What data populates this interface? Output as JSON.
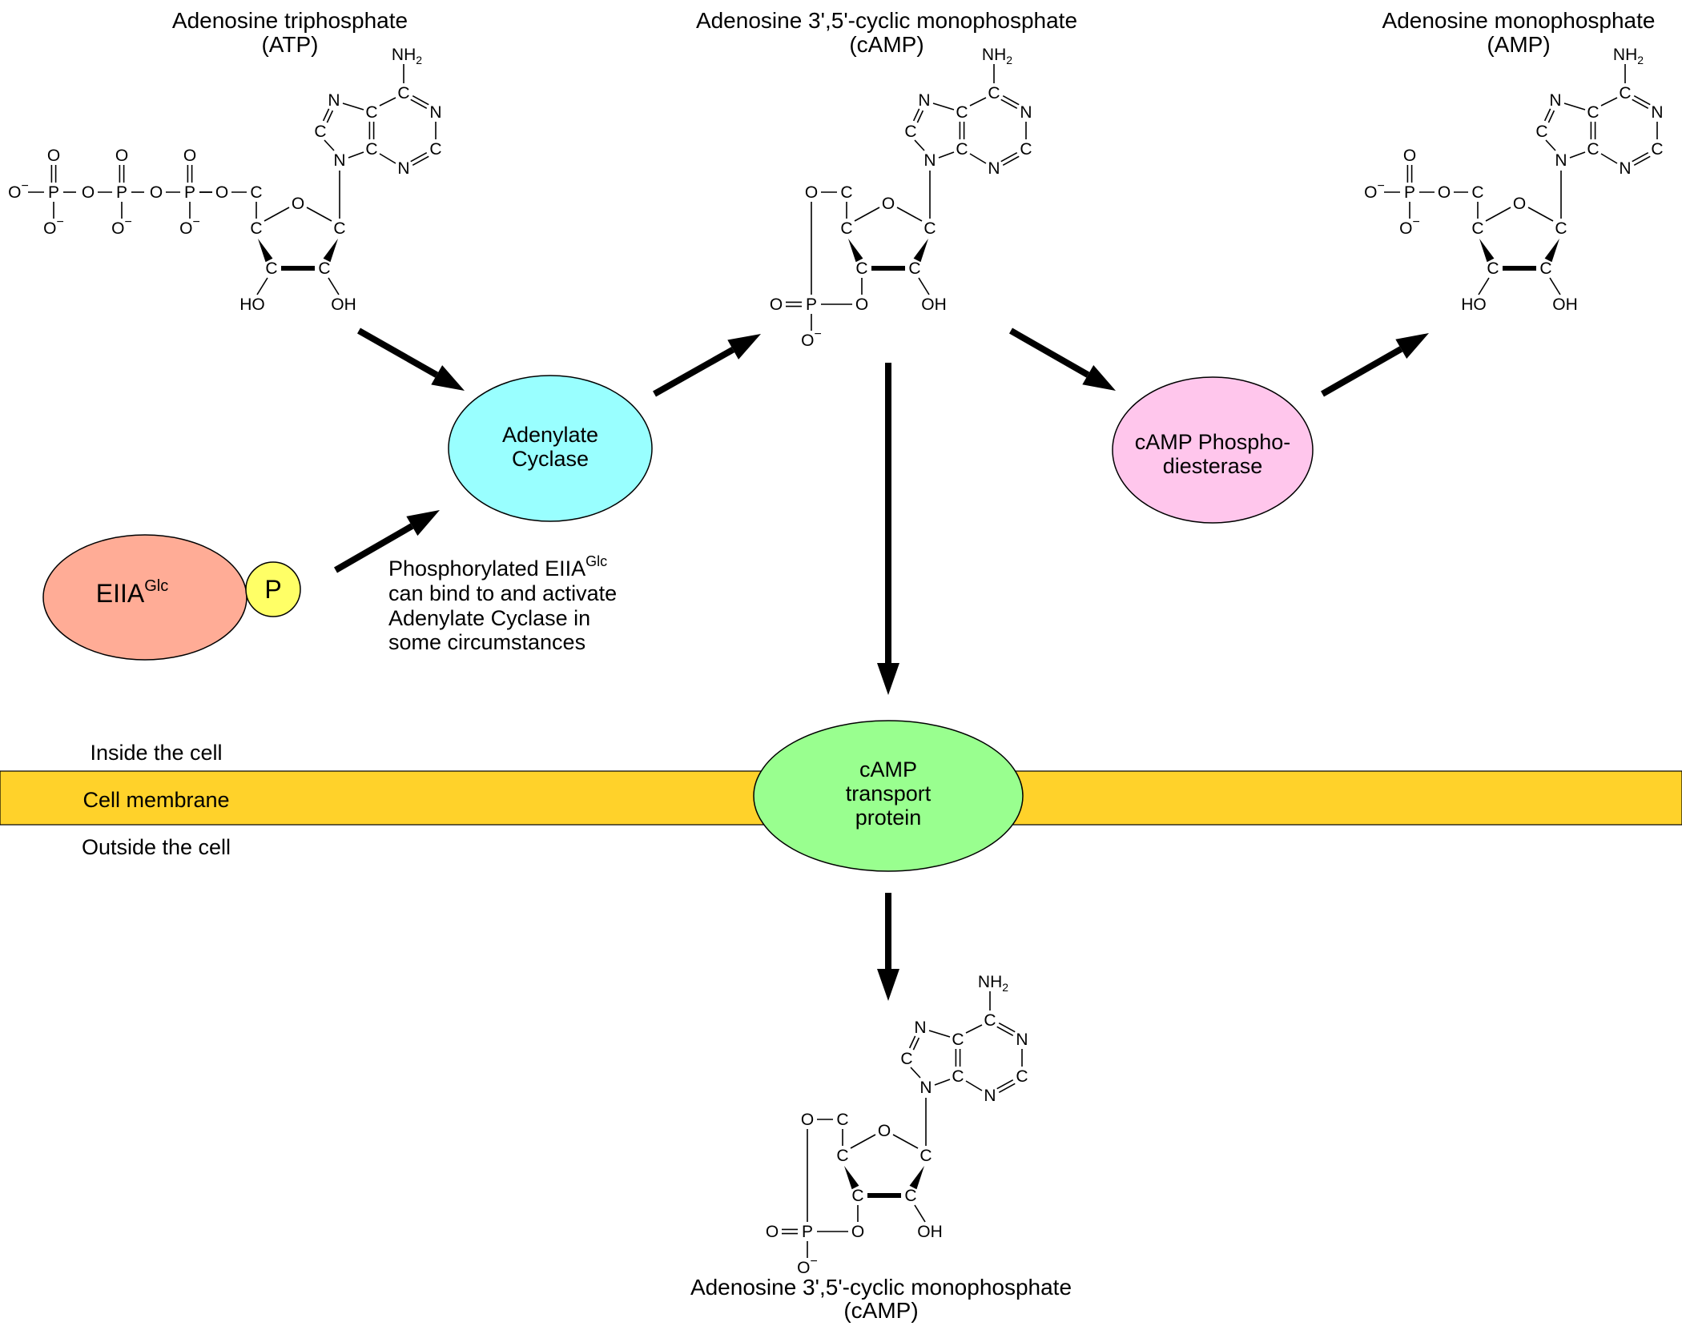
{
  "colors": {
    "adenylate_cyclase": "#99ffff",
    "phosphodiesterase": "#ffc6ec",
    "eiia": "#ffac96",
    "phosphate_group": "#ffff66",
    "transport_protein": "#99ff8f",
    "membrane": "#ffd22a",
    "arrow": "#000000"
  },
  "molecules": {
    "atp": {
      "name": "Adenosine triphosphate",
      "abbrev": "(ATP)"
    },
    "camp_top": {
      "name": "Adenosine 3',5'-cyclic monophosphate",
      "abbrev": "(cAMP)"
    },
    "amp": {
      "name": "Adenosine monophosphate",
      "abbrev": "(AMP)"
    },
    "camp_bottom": {
      "name": "Adenosine 3',5'-cyclic monophosphate",
      "abbrev": "(cAMP)"
    }
  },
  "enzymes": {
    "adenylate_cyclase": {
      "line1": "Adenylate",
      "line2": "Cyclase"
    },
    "phosphodiesterase": {
      "line1": "cAMP Phospho-",
      "line2": "diesterase"
    },
    "eiia": {
      "base": "EIIA",
      "superscript": "Glc",
      "phosphate_label": "P"
    },
    "transport_protein": {
      "line1": "cAMP",
      "line2": "transport",
      "line3": "protein"
    }
  },
  "annotation": {
    "line1_base": "Phosphorylated EIIA",
    "line1_sup": "Glc",
    "line2": "can bind to and activate",
    "line3": "Adenylate Cyclase in",
    "line4": "some circumstances"
  },
  "membrane": {
    "inside_label": "Inside the cell",
    "membrane_label": "Cell membrane",
    "outside_label": "Outside the cell"
  },
  "atom_labels": {
    "adenine": [
      "NH2",
      "C",
      "N",
      "C",
      "N",
      "C",
      "N",
      "C",
      "C",
      "N"
    ],
    "ribose": [
      "O",
      "C",
      "C",
      "C",
      "C",
      "C"
    ],
    "hydroxyls": [
      "HO",
      "OH"
    ],
    "phosphate": [
      "P",
      "O",
      "O-"
    ]
  },
  "pathway": [
    {
      "from": "ATP",
      "to": "Adenylate Cyclase"
    },
    {
      "from": "Adenylate Cyclase",
      "to": "cAMP"
    },
    {
      "from": "cAMP",
      "to": "cAMP Phosphodiesterase"
    },
    {
      "from": "cAMP Phosphodiesterase",
      "to": "AMP"
    },
    {
      "from": "EIIA-P",
      "to": "Adenylate Cyclase"
    },
    {
      "from": "cAMP",
      "to": "cAMP transport protein"
    },
    {
      "from": "cAMP transport protein",
      "to": "cAMP (outside)"
    }
  ]
}
